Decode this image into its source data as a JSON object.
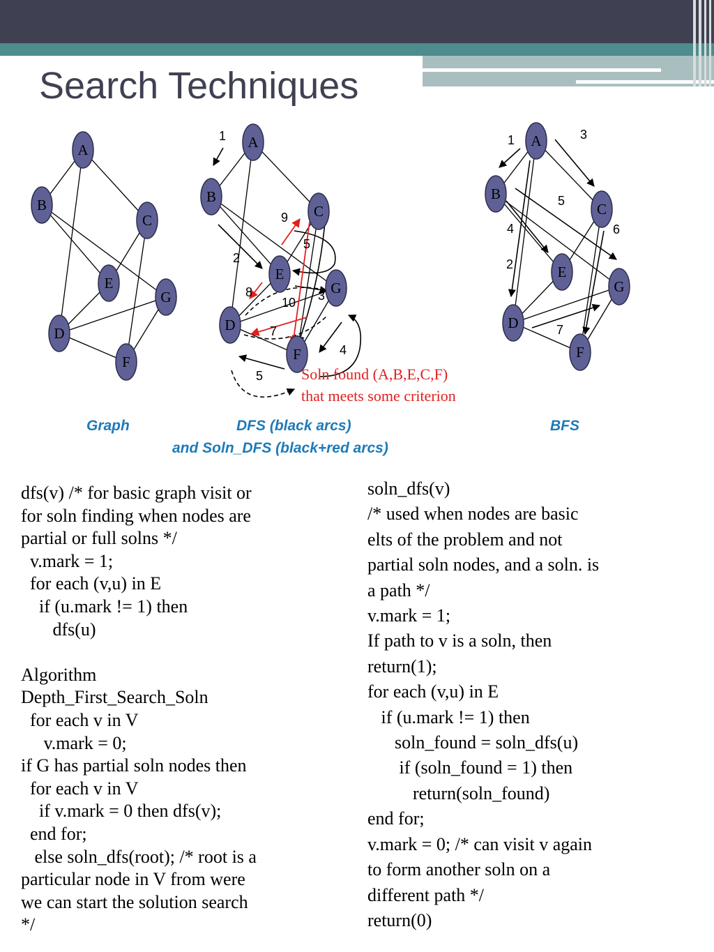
{
  "title": "Search Techniques",
  "colors": {
    "topbar": "#3f4152",
    "teal": "#4f8c8d",
    "node_fill": "#5f6196",
    "caption": "#1e7ab8",
    "soln_red": "#e02020"
  },
  "graph": {
    "node_labels": [
      "A",
      "B",
      "C",
      "D",
      "E",
      "F",
      "G"
    ]
  },
  "dfs": {
    "node_labels": [
      "A",
      "B",
      "C",
      "D",
      "E",
      "F",
      "G"
    ],
    "arc_labels": [
      "1",
      "2",
      "3",
      "4",
      "5",
      "5",
      "7",
      "8",
      "9",
      "10"
    ]
  },
  "bfs": {
    "node_labels": [
      "A",
      "B",
      "C",
      "D",
      "E",
      "F",
      "G"
    ],
    "arc_labels": [
      "1",
      "2",
      "3",
      "4",
      "5",
      "6",
      "7"
    ]
  },
  "soln_note": {
    "line1": "Soln found (A,B,E,C,F)",
    "line2": "that meets some criterion"
  },
  "captions": {
    "graph": "Graph",
    "dfs_line1": "DFS (black arcs)",
    "dfs_line2": "and Soln_DFS (black+red arcs)",
    "bfs": "BFS"
  },
  "code_left": "dfs(v) /* for basic graph visit or\nfor soln finding when nodes are\npartial or full solns */\n  v.mark = 1;\n  for each (v,u) in E\n    if (u.mark != 1) then\n       dfs(u)\n\nAlgorithm\nDepth_First_Search_Soln\n  for each v in V\n     v.mark = 0;\nif G has partial soln nodes then\n  for each v in V\n    if v.mark = 0 then dfs(v);\n  end for;\n   else soln_dfs(root); /* root is a\nparticular node in V from were\nwe can start the solution search\n*/",
  "code_right": "soln_dfs(v)\n/* used when nodes are basic\nelts of the problem and not\npartial soln nodes, and a soln. is\na path */\nv.mark = 1;\nIf path to v is a soln, then\nreturn(1);\nfor each (v,u) in E\n   if (u.mark != 1) then\n      soln_found = soln_dfs(u)\n       if (soln_found = 1) then\n          return(soln_found)\nend for;\nv.mark = 0; /* can visit v again\nto form another soln on a\ndifferent path */\nreturn(0)"
}
